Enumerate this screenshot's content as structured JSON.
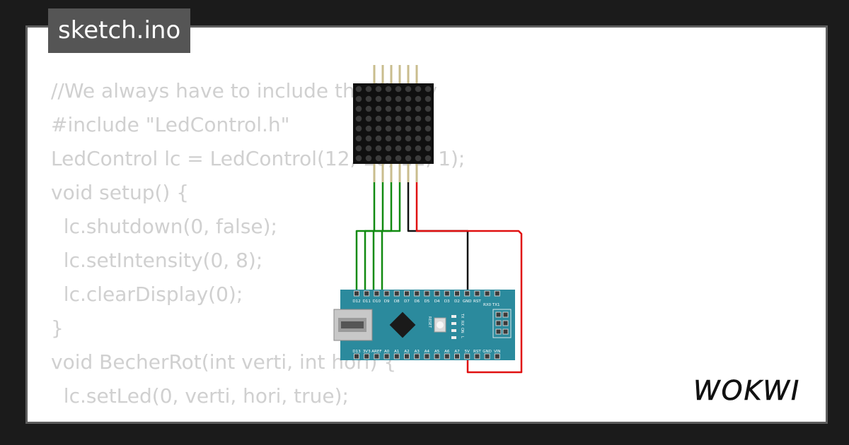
{
  "file_tab": {
    "label": "sketch.ino"
  },
  "code_lines": [
    "//We always have to include the library",
    "#include \"LedControl.h\"",
    "LedControl lc = LedControl(12, 10, 11, 1);",
    "void setup() {",
    "  lc.shutdown(0, false);",
    "  lc.setIntensity(0, 8);",
    "  lc.clearDisplay(0);",
    "}",
    "",
    "void BecherRot(int verti, int hori) {",
    "  lc.setLed(0, verti, hori, true);"
  ],
  "board": {
    "top_pins": [
      "D12",
      "D11",
      "D10",
      "D9",
      "D8",
      "D7",
      "D6",
      "D5",
      "D4",
      "D3",
      "D2",
      "GND",
      "RST"
    ],
    "bottom_pins": [
      "D13",
      "3V3",
      "AREF",
      "A0",
      "A1",
      "A2",
      "A3",
      "A4",
      "A5",
      "A6",
      "A7",
      "5V",
      "RST",
      "GND",
      "VIN"
    ],
    "reset_label": "RESET",
    "rx_tx_label": "RX0 TX1",
    "led_labels": [
      "TX",
      "RX",
      "ON",
      "L"
    ]
  },
  "colors": {
    "wire_green": "#118a11",
    "wire_red": "#e01010",
    "wire_black": "#111111",
    "board": "#2b8a9d",
    "matrix": "#101010"
  },
  "brand": {
    "logo_text": "WOKWI"
  }
}
